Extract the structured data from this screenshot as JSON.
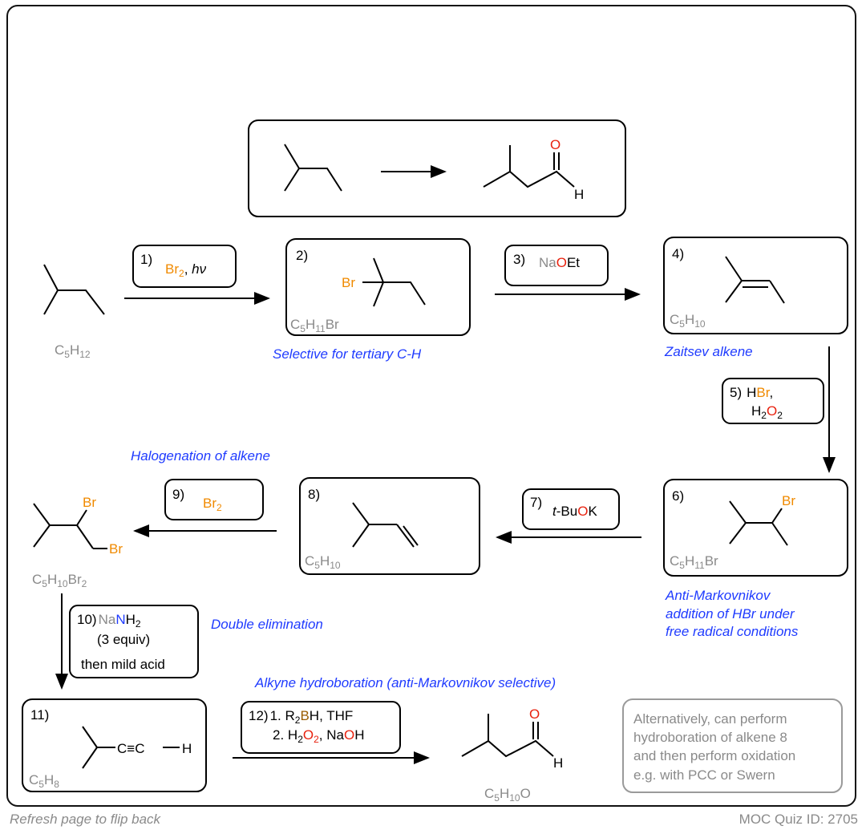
{
  "title_box": {
    "product_o": "O",
    "product_h": "H"
  },
  "steps": {
    "s1": {
      "num": "1)",
      "br": "Br",
      "br_sub": "2",
      "sep": ", ",
      "hv": "hν"
    },
    "s2": {
      "num": "2)",
      "br": "Br",
      "formula_c": "C",
      "formula_c_sub": "5",
      "formula_h": "H",
      "formula_h_sub": "11",
      "formula_br": "Br"
    },
    "s3": {
      "num": "3)",
      "na": "Na",
      "o": "O",
      "et": "Et"
    },
    "s4": {
      "num": "4)",
      "formula_c": "C",
      "formula_c_sub": "5",
      "formula_h": "H",
      "formula_h_sub": "10"
    },
    "s5": {
      "num": "5)",
      "h": "H",
      "br": "Br",
      "comma": ",",
      "h2": "H",
      "h2_sub": "2",
      "o": "O",
      "o_sub": "2"
    },
    "s6": {
      "num": "6)",
      "br": "Br",
      "formula_c": "C",
      "formula_c_sub": "5",
      "formula_h": "H",
      "formula_h_sub": "11",
      "formula_br": "Br"
    },
    "s7": {
      "num": "7)",
      "tbu": "t",
      "bu": "-Bu",
      "o": "O",
      "k": "K"
    },
    "s8": {
      "num": "8)",
      "formula_c": "C",
      "formula_c_sub": "5",
      "formula_h": "H",
      "formula_h_sub": "10"
    },
    "s9": {
      "num": "9)",
      "br": "Br",
      "br_sub": "2"
    },
    "s10": {
      "num": "10)",
      "na": "Na",
      "n": "N",
      "h": "H",
      "h_sub": "2",
      "line2": "(3 equiv)",
      "line3": "then mild acid"
    },
    "s11": {
      "num": "11)",
      "alkyne": "C≡C",
      "h": "H",
      "formula_c": "C",
      "formula_c_sub": "5",
      "formula_h": "H",
      "formula_h_sub": "8"
    },
    "s12": {
      "num": "12)",
      "l1a": "1. R",
      "l1_sub": "2",
      "l1_b": "B",
      "l1c": "H, THF",
      "l2a": "2. H",
      "l2_sub": "2",
      "l2_o": "O",
      "l2_osub": "2",
      "l2b": ", Na",
      "l2_o2": "O",
      "l2c": "H"
    }
  },
  "molecules": {
    "start": {
      "c": "C",
      "c_sub": "5",
      "h": "H",
      "h_sub": "12"
    },
    "dibromide": {
      "br1": "Br",
      "br2": "Br",
      "c": "C",
      "c_sub": "5",
      "h": "H",
      "h_sub": "10",
      "br": "Br",
      "br_sub": "2"
    },
    "product": {
      "o": "O",
      "h": "H",
      "c": "C",
      "c_sub": "5",
      "h2": "H",
      "h2_sub": "10",
      "o_end": "O"
    }
  },
  "notes": {
    "tertiary": "Selective for tertiary C-H",
    "zaitsev": "Zaitsev alkene",
    "halogenation": "Halogenation of alkene",
    "anti1": "Anti-Markovnikov",
    "anti2": "addition of HBr under",
    "anti3": "free radical conditions",
    "double_elim": "Double elimination",
    "alkyne_hb": "Alkyne hydroboration (anti-Markovnikov selective)"
  },
  "alternative": {
    "line1": "Alternatively, can perform",
    "line2": "hydroboration of alkene 8",
    "line3": "and then perform oxidation",
    "line4": "e.g. with PCC or Swern"
  },
  "footer": {
    "left": "Refresh page to flip back",
    "right": "MOC Quiz ID: 2705"
  },
  "colors": {
    "bromine": "#f08a00",
    "oxygen": "#e8220f",
    "nitrogen": "#1f3bff",
    "note_blue": "#1f3bff",
    "formula_gray": "#8a8a8a"
  }
}
